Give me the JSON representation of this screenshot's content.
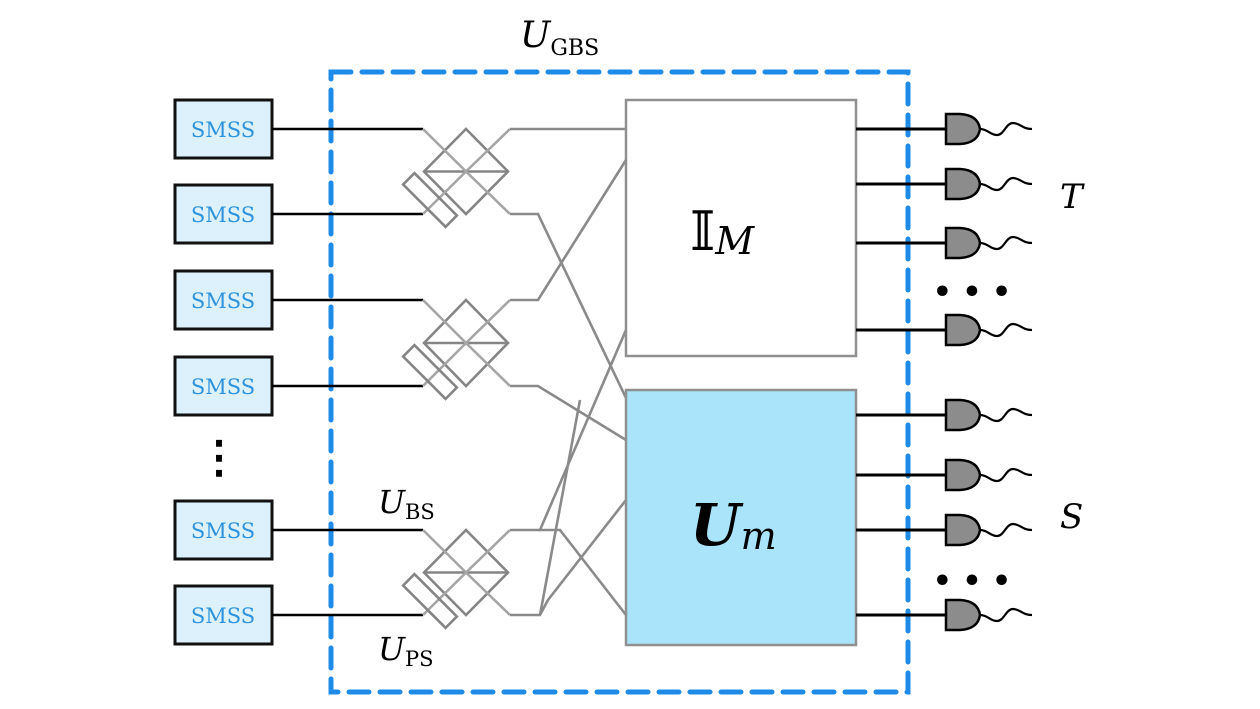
{
  "diagram": {
    "title_main": "U",
    "title_sub": "GBS",
    "sources": [
      {
        "label": "SMSS"
      },
      {
        "label": "SMSS"
      },
      {
        "label": "SMSS"
      },
      {
        "label": "SMSS"
      },
      {
        "label": "SMSS"
      },
      {
        "label": "SMSS"
      }
    ],
    "source_ellipsis": "⋮",
    "beam_splitter_label_main": "U",
    "beam_splitter_label_sub": "BS",
    "phase_shifter_label_main": "U",
    "phase_shifter_label_sub": "PS",
    "identity_block_main": "𝕀",
    "identity_block_sub": "M",
    "unitary_block_main": "U",
    "unitary_block_sub": "m",
    "group_T_label": "T",
    "group_S_label": "S",
    "detector_ellipsis": "• • •",
    "colors": {
      "dashed_border": "#1f8be8",
      "smss_fill": "#dcf1fc",
      "smss_text": "#2e93dc",
      "unitary_fill": "#a9e4fb",
      "optics_gray": "#808080",
      "detector_fill": "#8c8c8c"
    }
  }
}
